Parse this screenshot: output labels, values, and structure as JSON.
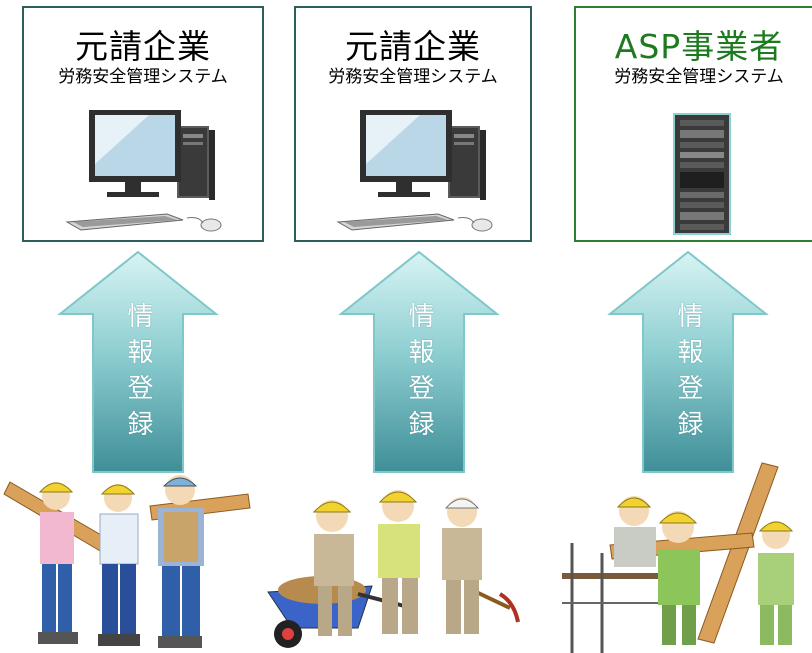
{
  "colors": {
    "box_border_default": "#2e5f5c",
    "box_border_asp": "#2e7d32",
    "asp_title": "#1e7a1e",
    "arrow_fill_top": "#d8f4f4",
    "arrow_fill_bottom": "#3f8f98",
    "arrow_stroke": "#7fc7c9"
  },
  "columns": [
    {
      "title": "元請企業",
      "subtitle": "労務安全管理システム",
      "device_icon": "desktop-computer-icon",
      "arrow_label": "情報登録",
      "workers_icon": "construction-workers-carrying-lumber-icon"
    },
    {
      "title": "元請企業",
      "subtitle": "労務安全管理システム",
      "device_icon": "desktop-computer-icon",
      "arrow_label": "情報登録",
      "workers_icon": "construction-workers-wheelbarrow-icon"
    },
    {
      "title": "ASP事業者",
      "subtitle": "労務安全管理システム",
      "device_icon": "server-rack-icon",
      "arrow_label": "情報登録",
      "workers_icon": "construction-workers-scaffolding-icon"
    }
  ]
}
